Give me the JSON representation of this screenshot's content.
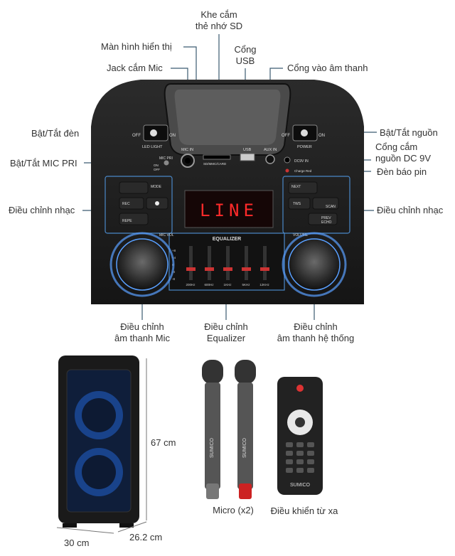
{
  "labels": {
    "sd_slot": [
      "Khe cắm",
      "thẻ nhớ SD"
    ],
    "display": "Màn hình hiển thị",
    "usb": [
      "Cổng",
      "USB"
    ],
    "mic_jack": "Jack cắm Mic",
    "audio_in": "Cổng vào âm thanh",
    "light_toggle": "Bật/Tắt đèn",
    "power_toggle": "Bật/Tắt nguồn",
    "dc_port": [
      "Cổng cắm",
      "nguồn DC 9V"
    ],
    "mic_pri": "Bật/Tắt MIC PRI",
    "battery_led": "Đèn báo pin",
    "music_left": "Điều chỉnh nhạc",
    "music_right": "Điều chỉnh nhạc",
    "mic_volume": [
      "Điều chỉnh",
      "âm thanh Mic"
    ],
    "equalizer": [
      "Điều chỉnh",
      "Equalizer"
    ],
    "system_volume": [
      "Điều chỉnh",
      "âm thanh hệ thống"
    ]
  },
  "panel_text": {
    "led_light": "LED LIGHT",
    "off_l": "OFF",
    "on_l": "ON",
    "off_r": "OFF",
    "on_r": "ON",
    "power": "POWER",
    "mic_in": "MIC IN",
    "sd_card": "SD/MMC/CARD",
    "usb": "USB",
    "aux_in": "AUX IN",
    "dc": "DC9V IN",
    "charge": "Charge Red",
    "mic_pri": "MIC PRI",
    "on": "ON",
    "off": "OFF",
    "mode": "MODE",
    "rec": "REC",
    "repe": "REPE",
    "next": "NEXT",
    "tws": "TWS",
    "scan": "SCAN",
    "prev": "PREV",
    "echo": "ECHO",
    "display_text": "LINE",
    "equalizer": "EQUALIZER",
    "mic_vol": "MIC VOL",
    "volume": "VOLUME",
    "eq_bands": [
      "200Hz",
      "600Hz",
      "1KHz",
      "5KHz",
      "12KHz"
    ],
    "eq_scale": [
      "+8",
      "+4",
      "0",
      "-4",
      "-8"
    ]
  },
  "dimensions": {
    "height": "67 cm",
    "width": "30 cm",
    "depth": "26.2 cm"
  },
  "accessories": {
    "micro": "Micro (x2)",
    "remote": "Điều khiển từ xa",
    "brand": "SUMICO"
  },
  "colors": {
    "panel": "#1c1c1c",
    "display_red": "#ff2a2a",
    "led_blue": "#5aa0ff",
    "leader_line": "#3b5a70"
  }
}
